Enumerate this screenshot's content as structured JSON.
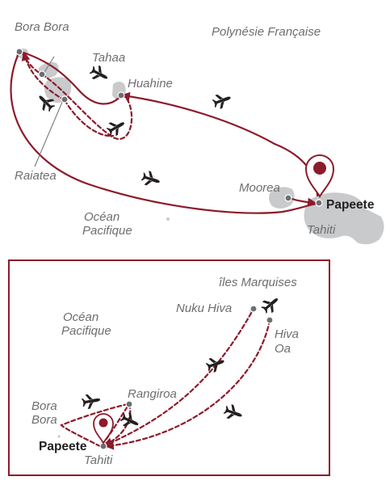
{
  "colors": {
    "route": "#8c1b2b",
    "pin": "#8c1b2b",
    "island": "#c9cacc",
    "label": "#6d6e71",
    "frame": "#8c1b2b"
  },
  "map1": {
    "region_label": "Polynésie Française",
    "ocean_label_line1": "Océan",
    "ocean_label_line2": "Pacifique",
    "places": {
      "bora_bora": "Bora Bora",
      "tahaa": "Tahaa",
      "huahine": "Huahine",
      "raiatea": "Raiatea",
      "moorea": "Moorea",
      "papeete": "Papeete",
      "tahiti": "Tahiti"
    }
  },
  "map2": {
    "region_label": "îles Marquises",
    "ocean_label_line1": "Océan",
    "ocean_label_line2": "Pacifique",
    "places": {
      "nuku_hiva": "Nuku Hiva",
      "hiva_oa_line1": "Hiva",
      "hiva_oa_line2": "Oa",
      "rangiroa": "Rangiroa",
      "bora_bora_line1": "Bora",
      "bora_bora_line2": "Bora",
      "papeete": "Papeete",
      "tahiti": "Tahiti"
    }
  },
  "icons": [
    "airplane-icon",
    "location-pin-icon",
    "arrowhead-icon"
  ]
}
